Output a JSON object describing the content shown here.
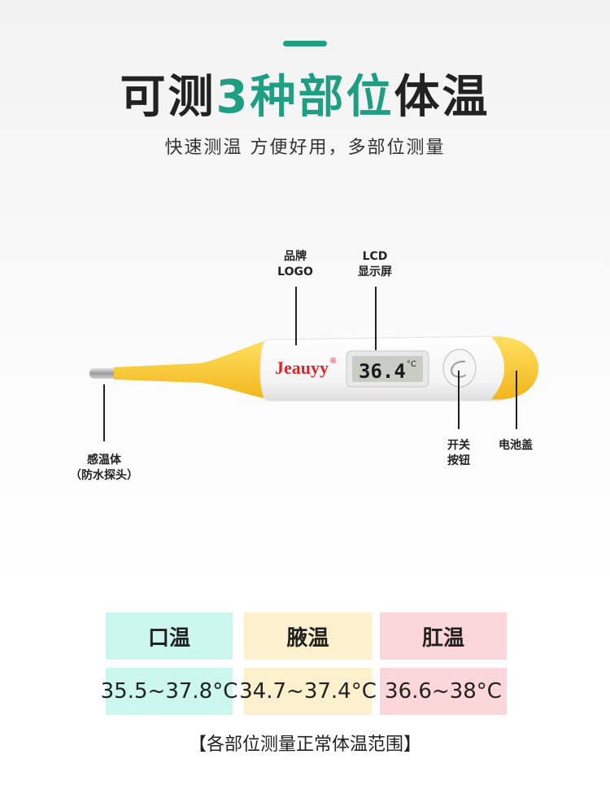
{
  "header": {
    "title_part1": "可测",
    "title_highlight": "3种部位",
    "title_part2": "体温",
    "subtitle": "快速测温 方便好用，多部位测量"
  },
  "product": {
    "brand": "Jeauyy",
    "brand_mark": "®",
    "lcd_reading": "36.4",
    "lcd_unit": "°C",
    "colors": {
      "accent": "#1e9e82",
      "thermometer_yellow": "#f7c62f",
      "brand_red": "#d9262b"
    }
  },
  "callouts": {
    "logo": [
      "品牌",
      "LOGO"
    ],
    "lcd": [
      "LCD",
      "显示屏"
    ],
    "probe": [
      "感温体",
      "（防水探头）"
    ],
    "switch": [
      "开关",
      "按钮"
    ],
    "battery": [
      "电池盖"
    ]
  },
  "ranges": [
    {
      "site": "口温",
      "range": "35.5~37.8°C",
      "color": "#cbf7ef"
    },
    {
      "site": "腋温",
      "range": "34.7~37.4°C",
      "color": "#fdf0cc"
    },
    {
      "site": "肛温",
      "range": "36.6~38°C",
      "color": "#fcd7da"
    }
  ],
  "caption": "【各部位测量正常体温范围】"
}
